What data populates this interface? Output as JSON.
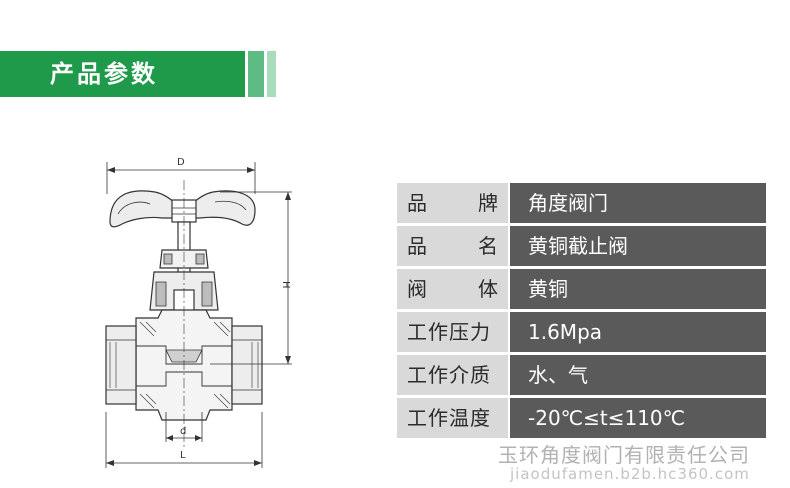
{
  "header": {
    "title": "产品参数"
  },
  "drawing": {
    "labels": {
      "D": "D",
      "H": "H",
      "d": "d",
      "L": "L"
    }
  },
  "specs": [
    {
      "label_chars": [
        "品",
        "牌"
      ],
      "value": "角度阀门"
    },
    {
      "label_chars": [
        "品",
        "名"
      ],
      "value": "黄铜截止阀"
    },
    {
      "label_chars": [
        "阀",
        "体"
      ],
      "value": "黄铜"
    },
    {
      "label": "工作压力",
      "value": "1.6Mpa"
    },
    {
      "label": "工作介质",
      "value": "水、气"
    },
    {
      "label": "工作温度",
      "value": "-20℃≤t≤110℃"
    }
  ],
  "watermark": {
    "company": "玉环角度阀门有限责任公司",
    "url": "jiaodufamen.b2b.hc360.com"
  }
}
